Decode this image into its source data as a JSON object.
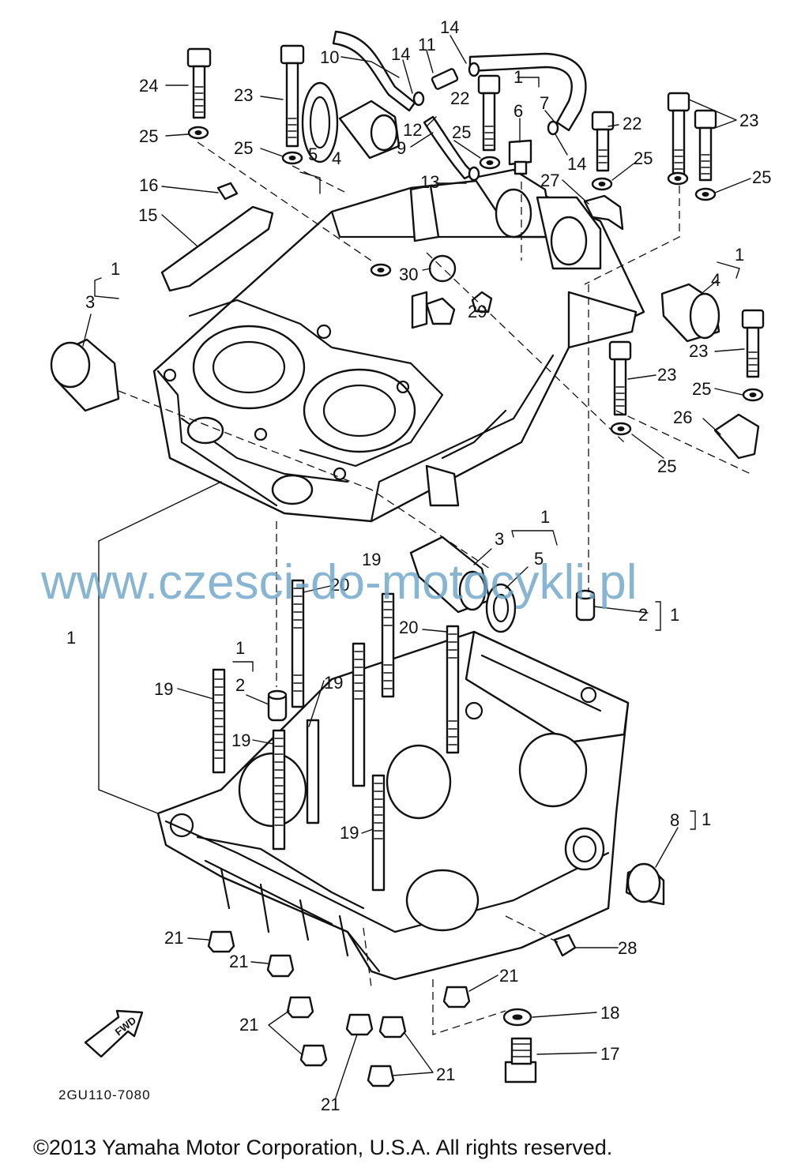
{
  "diagram_code": "2GU110-7080",
  "watermark": "www.czesci-do-motocykli.pl",
  "copyright": "©2013 Yamaha Motor Corporation, U.S.A. All rights reserved.",
  "fwd_label": "FWD",
  "callouts": {
    "c1a": "1",
    "c1b": "1",
    "c1c": "1",
    "c1d": "1",
    "c1e": "1",
    "c1f": "1",
    "c1g": "1",
    "c1h": "1",
    "c2a": "2",
    "c2b": "2",
    "c3a": "3",
    "c3b": "3",
    "c4a": "4",
    "c4b": "4",
    "c5a": "5",
    "c5b": "5",
    "c6": "6",
    "c7": "7",
    "c8": "8",
    "c9": "9",
    "c10": "10",
    "c11": "11",
    "c12": "12",
    "c13": "13",
    "c14a": "14",
    "c14b": "14",
    "c14c": "14",
    "c15": "15",
    "c16": "16",
    "c17": "17",
    "c18": "18",
    "c19a": "19",
    "c19b": "19",
    "c19c": "19",
    "c19d": "19",
    "c19e": "19",
    "c20a": "20",
    "c20b": "20",
    "c21a": "21",
    "c21b": "21",
    "c21c": "21",
    "c21d": "21",
    "c21e": "21",
    "c21f": "21",
    "c22a": "22",
    "c22b": "22",
    "c23a": "23",
    "c23b": "23",
    "c23c": "23",
    "c23d": "23",
    "c24": "24",
    "c25a": "25",
    "c25b": "25",
    "c25c": "25",
    "c25d": "25",
    "c25e": "25",
    "c25f": "25",
    "c25g": "25",
    "c25h": "25",
    "c26": "26",
    "c27": "27",
    "c28": "28",
    "c29": "29",
    "c30": "30"
  }
}
